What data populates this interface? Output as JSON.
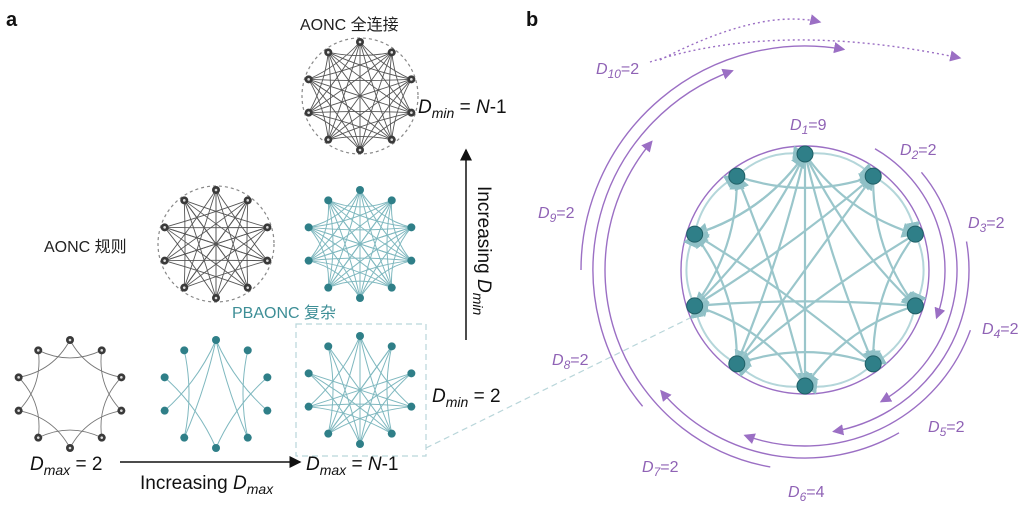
{
  "panel_a": {
    "label": "a",
    "title_full": "AONC 全连接",
    "title_regular": "AONC 规则",
    "title_complex": "PBAONC 复杂",
    "dmin_full": {
      "var": "D",
      "sub": "min",
      "rest": " = ",
      "n": "N",
      "tail": "-1"
    },
    "dmin_2": {
      "var": "D",
      "sub": "min",
      "rest": " = 2"
    },
    "dmax_2": {
      "var": "D",
      "sub": "max",
      "rest": " = 2"
    },
    "dmax_full": {
      "var": "D",
      "sub": "max",
      "rest": " = ",
      "n": "N",
      "tail": "-1"
    },
    "increasing_dmin": {
      "text": "Increasing ",
      "var": "D",
      "sub": "min"
    },
    "increasing_dmax": {
      "text": "Increasing ",
      "var": "D",
      "sub": "max"
    }
  },
  "panel_b": {
    "label": "b",
    "degrees": [
      {
        "var": "D",
        "sub": "1",
        "value": "=9"
      },
      {
        "var": "D",
        "sub": "2",
        "value": "=2"
      },
      {
        "var": "D",
        "sub": "3",
        "value": "=2"
      },
      {
        "var": "D",
        "sub": "4",
        "value": "=2"
      },
      {
        "var": "D",
        "sub": "5",
        "value": "=2"
      },
      {
        "var": "D",
        "sub": "6",
        "value": "=4"
      },
      {
        "var": "D",
        "sub": "7",
        "value": "=2"
      },
      {
        "var": "D",
        "sub": "8",
        "value": "=2"
      },
      {
        "var": "D",
        "sub": "9",
        "value": "=2"
      },
      {
        "var": "D",
        "sub": "10",
        "value": "=2"
      }
    ]
  },
  "colors": {
    "gray_node": "#3a3a3a",
    "teal_node": "#2f7f88",
    "teal_edge": "#7fb8bf",
    "purple": "#9b6fc4"
  }
}
